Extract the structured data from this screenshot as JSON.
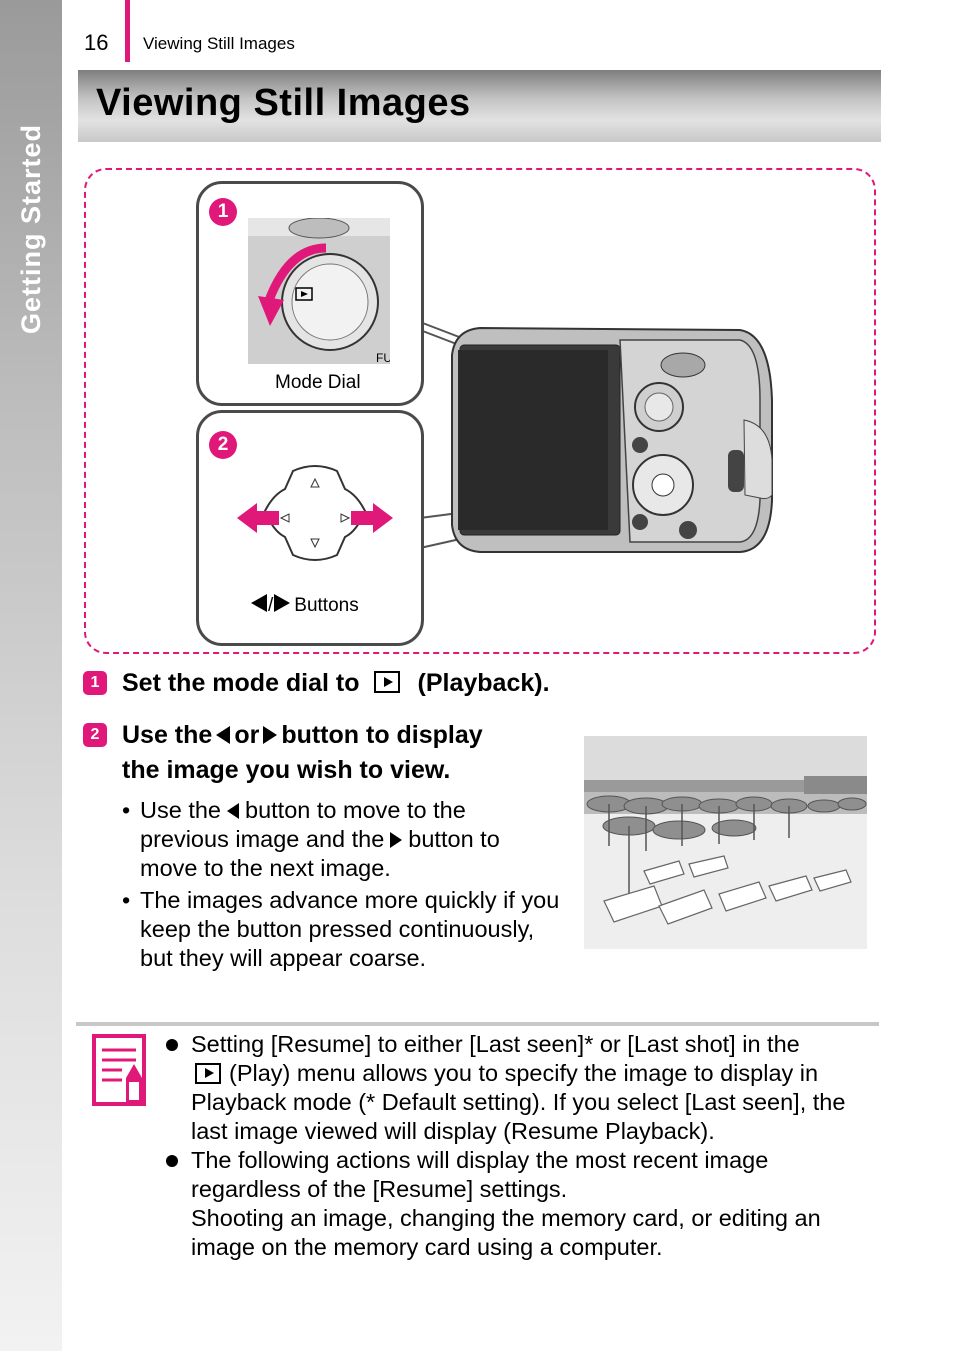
{
  "sidebar": {
    "section_label": "Getting Started"
  },
  "header": {
    "page_number": "16",
    "running_title": "Viewing Still Images"
  },
  "title": "Viewing Still Images",
  "figure": {
    "callout_1": {
      "badge": "1",
      "caption": "Mode Dial"
    },
    "callout_2": {
      "badge": "2",
      "caption_separator": "/",
      "caption": "Buttons"
    }
  },
  "steps": [
    {
      "number": "1",
      "text_before": "Set the mode dial to",
      "icon": "playback-icon",
      "text_after": "(Playback)."
    },
    {
      "number": "2",
      "line1_a": "Use the",
      "line1_b": "or",
      "line1_c": "button to display",
      "line2": "the image you wish to view."
    }
  ],
  "bullets": [
    {
      "a": "Use the",
      "b": "button to move to the previous image and the",
      "c": "button to move to the next image."
    },
    {
      "text": "The images advance more quickly if you keep the button pressed continuously, but they will appear coarse."
    }
  ],
  "note": {
    "icon": "memo-icon",
    "item1_a": "Setting [Resume] to either [Last seen]* or [Last shot] in the",
    "item1_b": "(Play) menu allows you to specify the image to display in Playback mode (* Default setting). If you select [Last seen], the last image viewed will display (Resume Playback).",
    "item2_a": "The following actions will display the most recent image regardless of the [Resume] settings.",
    "item2_b": "Shooting an image, changing the memory card, or editing an image on the memory card using a computer."
  },
  "colors": {
    "accent": "#e0187a",
    "title_bar": "#c4c4c4"
  }
}
